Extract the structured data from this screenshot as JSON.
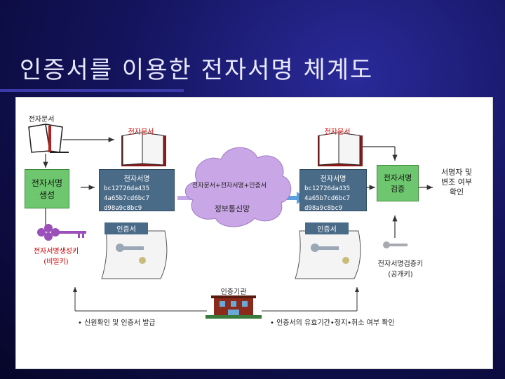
{
  "slide": {
    "title": "인증서를 이용한 전자서명 체계도"
  },
  "left": {
    "doc_label": "전자문서",
    "sign_box": "전자서명\n생성",
    "private_key_label": "전자서명생성키\n(비밀키)"
  },
  "sender": {
    "doc_label": "전자문서",
    "signature_title": "전자서명",
    "signature_hash": "bc12726da435\n4a65b7cd6bc7\nd98a9c8bc9",
    "cert_label": "인증서"
  },
  "network": {
    "package_label": "전자문서+전자서명+인증서",
    "cloud_label": "정보통신망"
  },
  "receiver": {
    "doc_label": "전자문서",
    "signature_title": "전자서명",
    "signature_hash": "bc12726da435\n4a65b7cd6bc7\nd98a9c8bc9",
    "cert_label": "인증서",
    "verify_box": "전자서명\n검증",
    "result_text": "서명자 및\n변조 여부\n확인",
    "public_key_label": "전자서명검증키\n(공개키)"
  },
  "ca": {
    "label": "인증기관",
    "left_note": "• 신원확인 및 인증서 발급",
    "right_note": "• 인증서의 유효기간•정지•취소 여부 확인"
  },
  "colors": {
    "background": "#14145e",
    "panel": "#ffffff",
    "box_green": "#6ec66e",
    "sig_blue": "#4a6b88",
    "cloud": "#c9a6e6",
    "red": "#cc0000",
    "key_purple": "#9b4fb8"
  }
}
